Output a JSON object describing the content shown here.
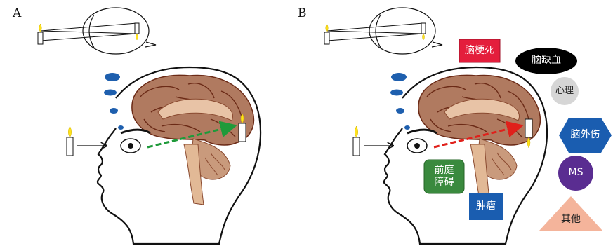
{
  "panels": {
    "a": {
      "letter": "A",
      "arrow_color": "#1f9a3a"
    },
    "b": {
      "letter": "B",
      "arrow_color": "#e0201b",
      "causes": [
        {
          "id": "infarct",
          "text": "脑梗死",
          "color": "#e41e3c",
          "text_color": "#ffffff",
          "shape": "rectangle"
        },
        {
          "id": "ischemia",
          "text": "脑缺血",
          "color": "#000000",
          "text_color": "#ffffff",
          "shape": "ellipse"
        },
        {
          "id": "psych",
          "text": "心理",
          "color": "#d6d6d6",
          "text_color": "#222222",
          "shape": "circle"
        },
        {
          "id": "trauma",
          "text": "脑外伤",
          "color": "#1a5db0",
          "text_color": "#ffffff",
          "shape": "hexagon"
        },
        {
          "id": "ms",
          "text": "MS",
          "color": "#5a2d91",
          "text_color": "#ffffff",
          "shape": "circle"
        },
        {
          "id": "vestibular",
          "text": "前庭 障碍",
          "line1": "前庭",
          "line2": "障碍",
          "color": "#3a8a3e",
          "text_color": "#ffffff",
          "shape": "rounded-rectangle"
        },
        {
          "id": "tumor",
          "text": "肿瘤",
          "color": "#1a5db0",
          "text_color": "#ffffff",
          "shape": "square"
        },
        {
          "id": "other",
          "text": "其他",
          "color": "#f4b49b",
          "text_color": "#222222",
          "shape": "triangle"
        }
      ]
    }
  },
  "colors": {
    "brain": "#b07a60",
    "brain_light": "#e8c3a6",
    "sulci": "#6b2a16",
    "flame": "#ffe21a",
    "fluid_blue": "#1e5fae"
  }
}
